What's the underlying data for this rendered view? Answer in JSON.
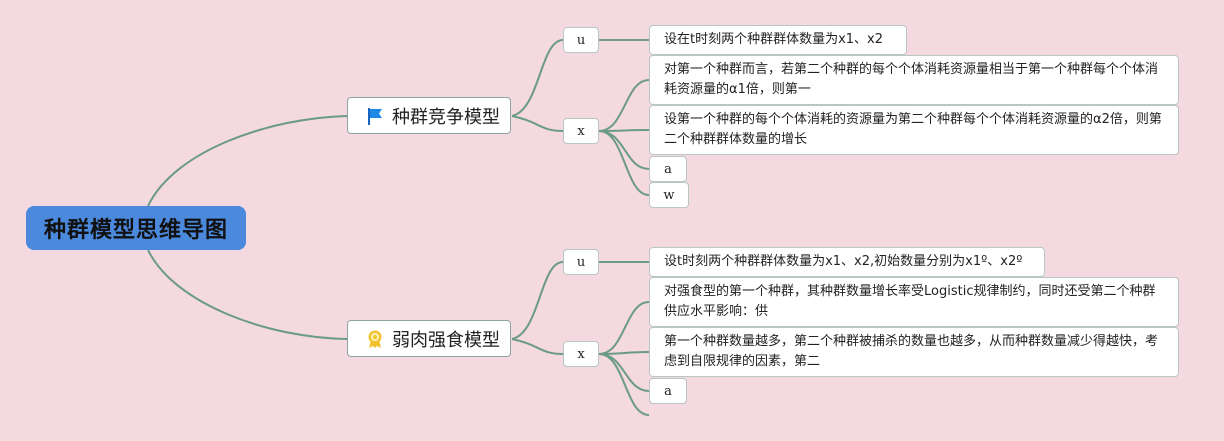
{
  "root": {
    "label": "种群模型思维导图"
  },
  "branches": [
    {
      "label": "种群竞争模型",
      "icon": "flag-icon",
      "icon_color": "#1e88e5",
      "u": {
        "label": "u",
        "text": "设在t时刻两个种群群体数量为x1、x2"
      },
      "x": {
        "label": "x",
        "items": [
          "对第一个种群而言，若第二个种群的每个个体消耗资源量相当于第一个种群每个个体消耗资源量的α1倍，则第一",
          "设第一个种群的每个个体消耗的资源量为第二个种群每个个体消耗资源量的α2倍，则第二个种群群体数量的增长",
          "a",
          "w"
        ]
      }
    },
    {
      "label": "弱肉强食模型",
      "icon": "award-icon",
      "icon_color": "#f2c12e",
      "u": {
        "label": "u",
        "text": "设t时刻两个种群群体数量为x1、x2,初始数量分别为x1º、x2º"
      },
      "x": {
        "label": "x",
        "items": [
          "对强食型的第一个种群，其种群数量增长率受Logistic规律制约，同时还受第二个种群供应水平影响：供",
          "第一个种群数量越多，第二个种群被捕杀的数量也越多，从而种群数量减少得越快，考虑到自限规律的因素，第二",
          "a"
        ]
      }
    }
  ],
  "colors": {
    "background": "#f4d9e0",
    "root": "#4a89dc",
    "line": "#6b9a86"
  }
}
